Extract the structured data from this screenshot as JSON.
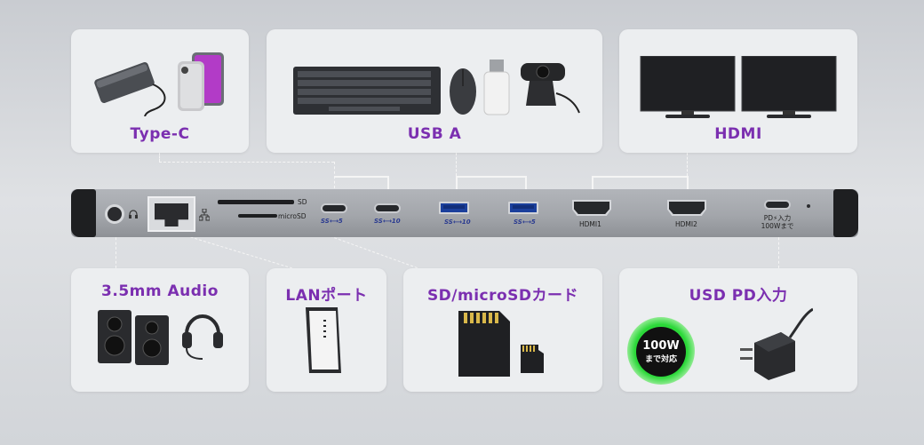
{
  "cards": {
    "typec": {
      "label": "Type-C"
    },
    "usba": {
      "label": "USB A"
    },
    "hdmi": {
      "label": "HDMI"
    },
    "audio": {
      "label": "3.5mm Audio"
    },
    "lan": {
      "label": "LANポート"
    },
    "sd": {
      "label": "SD/microSDカード"
    },
    "pd": {
      "label": "USD PD入力",
      "badge_line1": "100W",
      "badge_line2": "まで対応"
    }
  },
  "dock": {
    "sd_label": "SD",
    "microsd_label": "microSD",
    "ss5_label": "SS⟷5",
    "ss10_label": "SS⟷10",
    "hdmi1_label": "HDMI1",
    "hdmi2_label": "HDMI2",
    "pd_label": "PD⚡入力",
    "pd_sub": "100Wまで"
  },
  "colors": {
    "accent": "#7b2fb0",
    "glow": "#2ad838",
    "usb_blue": "#1b3f9c"
  }
}
